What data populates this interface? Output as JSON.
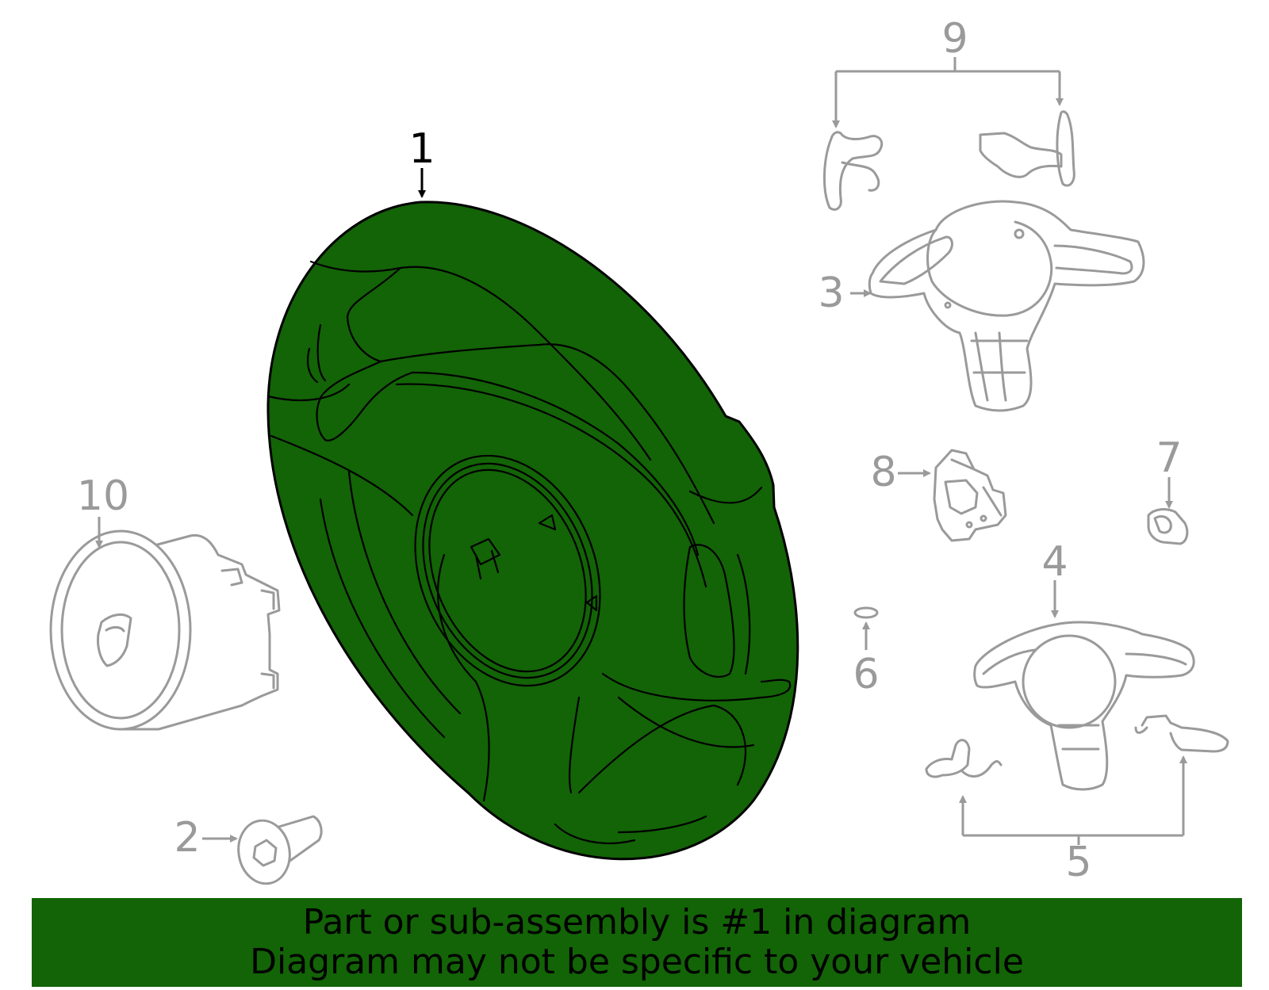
{
  "colors": {
    "highlight": "#136307",
    "outline_other_parts": "#9a9a9a",
    "outline_main_part": "#000000",
    "background": "#ffffff"
  },
  "callouts": {
    "c1": "1",
    "c2": "2",
    "c3": "3",
    "c4": "4",
    "c5": "5",
    "c6": "6",
    "c7": "7",
    "c8": "8",
    "c9": "9",
    "c10": "10"
  },
  "banner": {
    "line1": "Part or sub-assembly is #1 in diagram",
    "line2": "Diagram may not be specific to your vehicle"
  }
}
